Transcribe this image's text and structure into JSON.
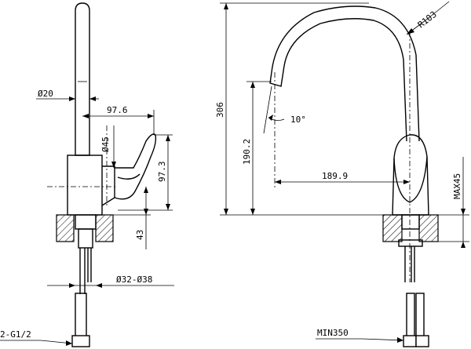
{
  "left_view": {
    "dim_pipe_diameter": "Ø20",
    "dim_handle_reach": "97.6",
    "dim_handle_diameter": "Ø45",
    "dim_handle_height": "97.3",
    "dim_base_height": "43",
    "dim_hole_diameter": "Ø32-Ø38",
    "dim_thread": "2-G1/2"
  },
  "right_view": {
    "dim_radius": "R103",
    "dim_total_height": "306",
    "dim_spout_height": "190.2",
    "dim_spout_angle": "10°",
    "dim_spout_reach": "189.9",
    "dim_max_thickness": "MAX45",
    "dim_min_hose": "MIN350"
  }
}
